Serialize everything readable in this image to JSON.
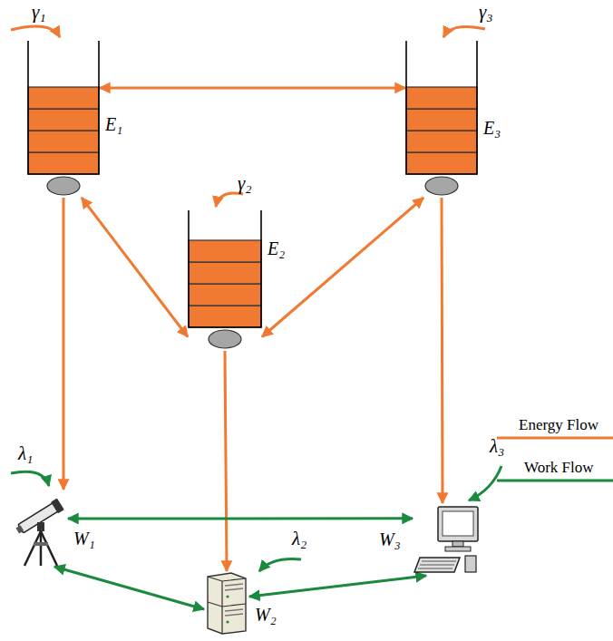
{
  "diagram": {
    "nodes": [
      {
        "text": [
          "E₁"
        ]
      },
      {
        "text": [
          "E₃"
        ]
      },
      {
        "text": [
          "E₂"
        ]
      },
      {
        "text": [
          "W₁"
        ]
      },
      {
        "text": [
          "W₃"
        ]
      },
      {
        "text": [
          "W₂"
        ]
      }
    ],
    "edges": [
      {
        "from": 0,
        "to": 1,
        "arrow": "both"
      },
      {
        "from": 0,
        "to": 2,
        "arrow": "both"
      },
      {
        "from": 1,
        "to": 2,
        "arrow": "both"
      },
      {
        "from": 0,
        "to": 3,
        "arrow": "to"
      },
      {
        "from": 2,
        "to": 5,
        "arrow": "to"
      },
      {
        "from": 1,
        "to": 4,
        "arrow": "to"
      },
      {
        "from": 3,
        "to": 4,
        "arrow": "both"
      },
      {
        "from": 3,
        "to": 5,
        "arrow": "both"
      },
      {
        "from": 4,
        "to": 5,
        "arrow": "both"
      }
    ],
    "labels": [
      "γ₁",
      "γ₂",
      "γ₃",
      "λ₁",
      "λ₂",
      "λ₃"
    ],
    "legend": [
      {
        "text": "Energy Flow"
      },
      {
        "text": "Work Flow"
      }
    ]
  }
}
